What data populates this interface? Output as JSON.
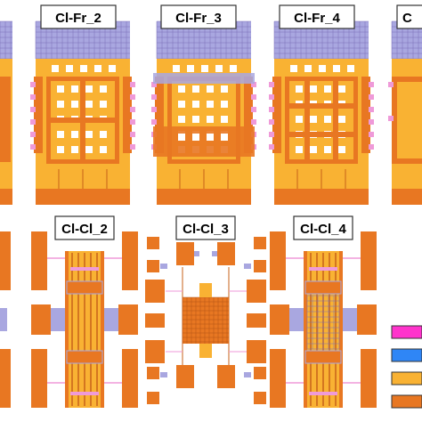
{
  "colors": {
    "orange_dark": "#e87722",
    "orange_light": "#f9b233",
    "lavender": "#a9a7e0",
    "magenta": "#ff33cc",
    "pink": "#ef9ad8",
    "blue": "#2f86f6",
    "grid_line": "#7a6fb8",
    "label_border": "#333333"
  },
  "top_row": {
    "panels": [
      {
        "label": "Cl-Fr_2",
        "variant": "fr2"
      },
      {
        "label": "Cl-Fr_3",
        "variant": "fr3"
      },
      {
        "label": "Cl-Fr_4",
        "variant": "fr4"
      }
    ],
    "cut_label_left": "",
    "cut_label_right": "C"
  },
  "bottom_row": {
    "panels": [
      {
        "label": "Cl-Cl_2",
        "variant": "cl2"
      },
      {
        "label": "Cl-Cl_3",
        "variant": "cl3"
      },
      {
        "label": "Cl-Cl_4",
        "variant": "cl4"
      }
    ]
  },
  "legend": {
    "swatches": [
      {
        "name": "magenta",
        "color": "#ff33cc"
      },
      {
        "name": "blue",
        "color": "#2f86f6"
      },
      {
        "name": "orange-light",
        "color": "#f9b233"
      },
      {
        "name": "orange-dark",
        "color": "#e87722"
      }
    ]
  }
}
